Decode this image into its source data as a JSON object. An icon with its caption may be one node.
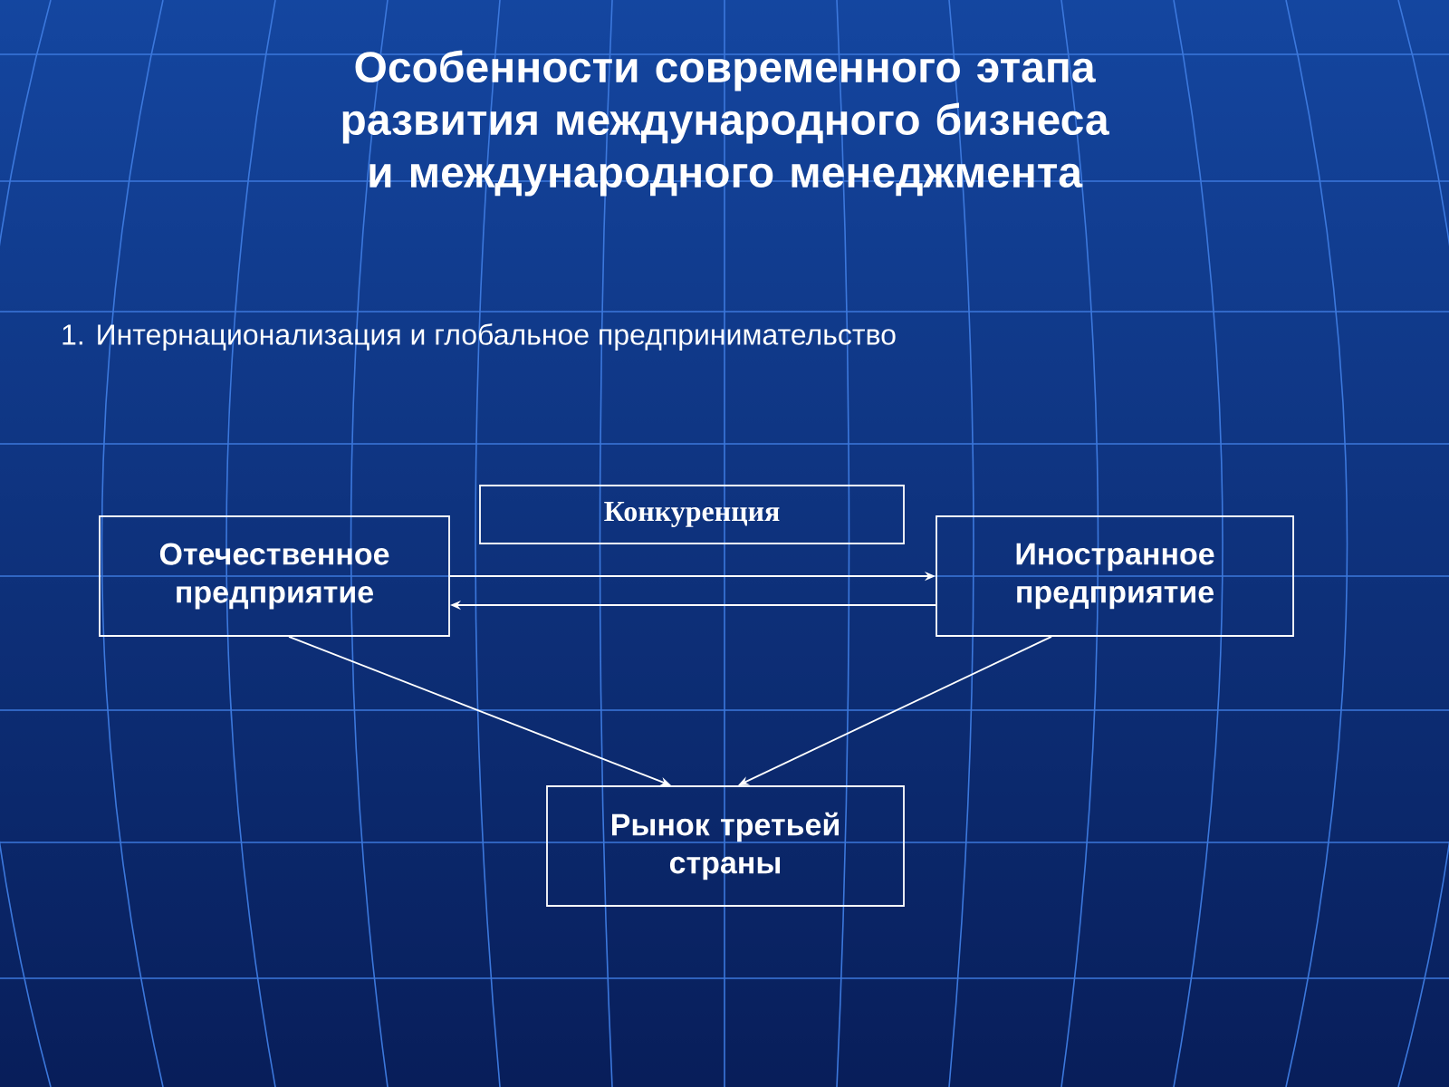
{
  "diagram": {
    "title": "Особенности современного этапа развития международного бизнеса и международного менеджмента",
    "nodes": [
      {
        "text": [
          "Отечественное предприятие"
        ]
      },
      {
        "text": [
          "Конкуренция"
        ]
      },
      {
        "text": [
          "Иностранное предприятие"
        ]
      },
      {
        "text": [
          "Рынок третьей страны"
        ]
      }
    ],
    "edges": [
      {
        "from": 0,
        "to": 2,
        "arrow": "to"
      },
      {
        "from": 2,
        "to": 0,
        "arrow": "to"
      },
      {
        "from": 0,
        "to": 3,
        "arrow": "to"
      },
      {
        "from": 2,
        "to": 3,
        "arrow": "to"
      }
    ],
    "labels": [
      "1. Интернационализация и глобальное предпринимательство"
    ]
  }
}
